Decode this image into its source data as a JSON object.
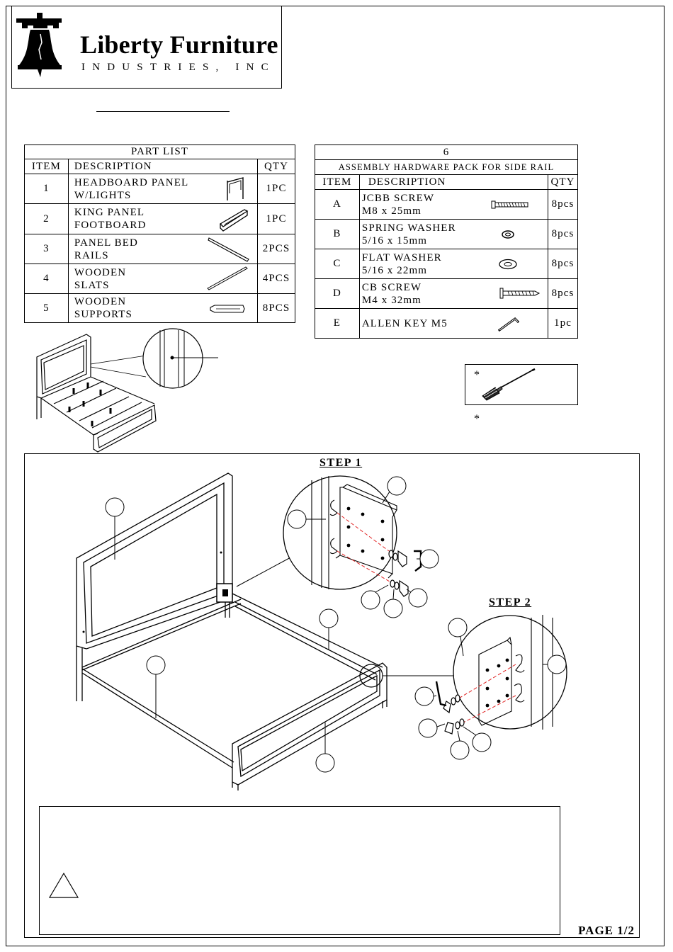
{
  "brand": {
    "name": "Liberty Furniture",
    "sub": "INDUSTRIES, INC"
  },
  "part_list": {
    "title": "PART LIST",
    "headers": {
      "item": "ITEM",
      "description": "DESCRIPTION",
      "qty": "QTY"
    },
    "rows": [
      {
        "item": "1",
        "line1": "HEADBOARD PANEL",
        "line2": "W/LIGHTS",
        "qty": "1PC",
        "icon": "headboard-icon"
      },
      {
        "item": "2",
        "line1": "KING PANEL",
        "line2": "FOOTBOARD",
        "qty": "1PC",
        "icon": "footboard-icon"
      },
      {
        "item": "3",
        "line1": "PANEL BED",
        "line2": "RAILS",
        "qty": "2PCS",
        "icon": "rail-icon"
      },
      {
        "item": "4",
        "line1": "WOODEN",
        "line2": "SLATS",
        "qty": "4PCS",
        "icon": "slat-icon"
      },
      {
        "item": "5",
        "line1": "WOODEN",
        "line2": "SUPPORTS",
        "qty": "8PCS",
        "icon": "support-icon"
      }
    ]
  },
  "hardware": {
    "item_number": "6",
    "title": "ASSEMBLY HARDWARE PACK FOR SIDE RAIL",
    "headers": {
      "item": "ITEM",
      "description": "DESCRIPTION",
      "qty": "QTY"
    },
    "rows": [
      {
        "item": "A",
        "line1": "JCBB SCREW",
        "line2": "M8 x 25mm",
        "qty": "8pcs",
        "icon": "bolt-icon"
      },
      {
        "item": "B",
        "line1": "SPRING WASHER",
        "line2": "5/16 x 15mm",
        "qty": "8pcs",
        "icon": "spring-washer-icon"
      },
      {
        "item": "C",
        "line1": "FLAT WASHER",
        "line2": "5/16 x 22mm",
        "qty": "8pcs",
        "icon": "flat-washer-icon"
      },
      {
        "item": "D",
        "line1": "CB SCREW",
        "line2": "M4 x 32mm",
        "qty": "8pcs",
        "icon": "wood-screw-icon"
      },
      {
        "item": "E",
        "line1": "ALLEN KEY M5",
        "line2": "",
        "qty": "1pc",
        "icon": "allen-key-icon"
      }
    ]
  },
  "tools": {
    "star1": "*",
    "star2": "*"
  },
  "steps": {
    "step1": "STEP 1",
    "step2": "STEP 2"
  },
  "footer": {
    "page": "PAGE 1/2"
  }
}
